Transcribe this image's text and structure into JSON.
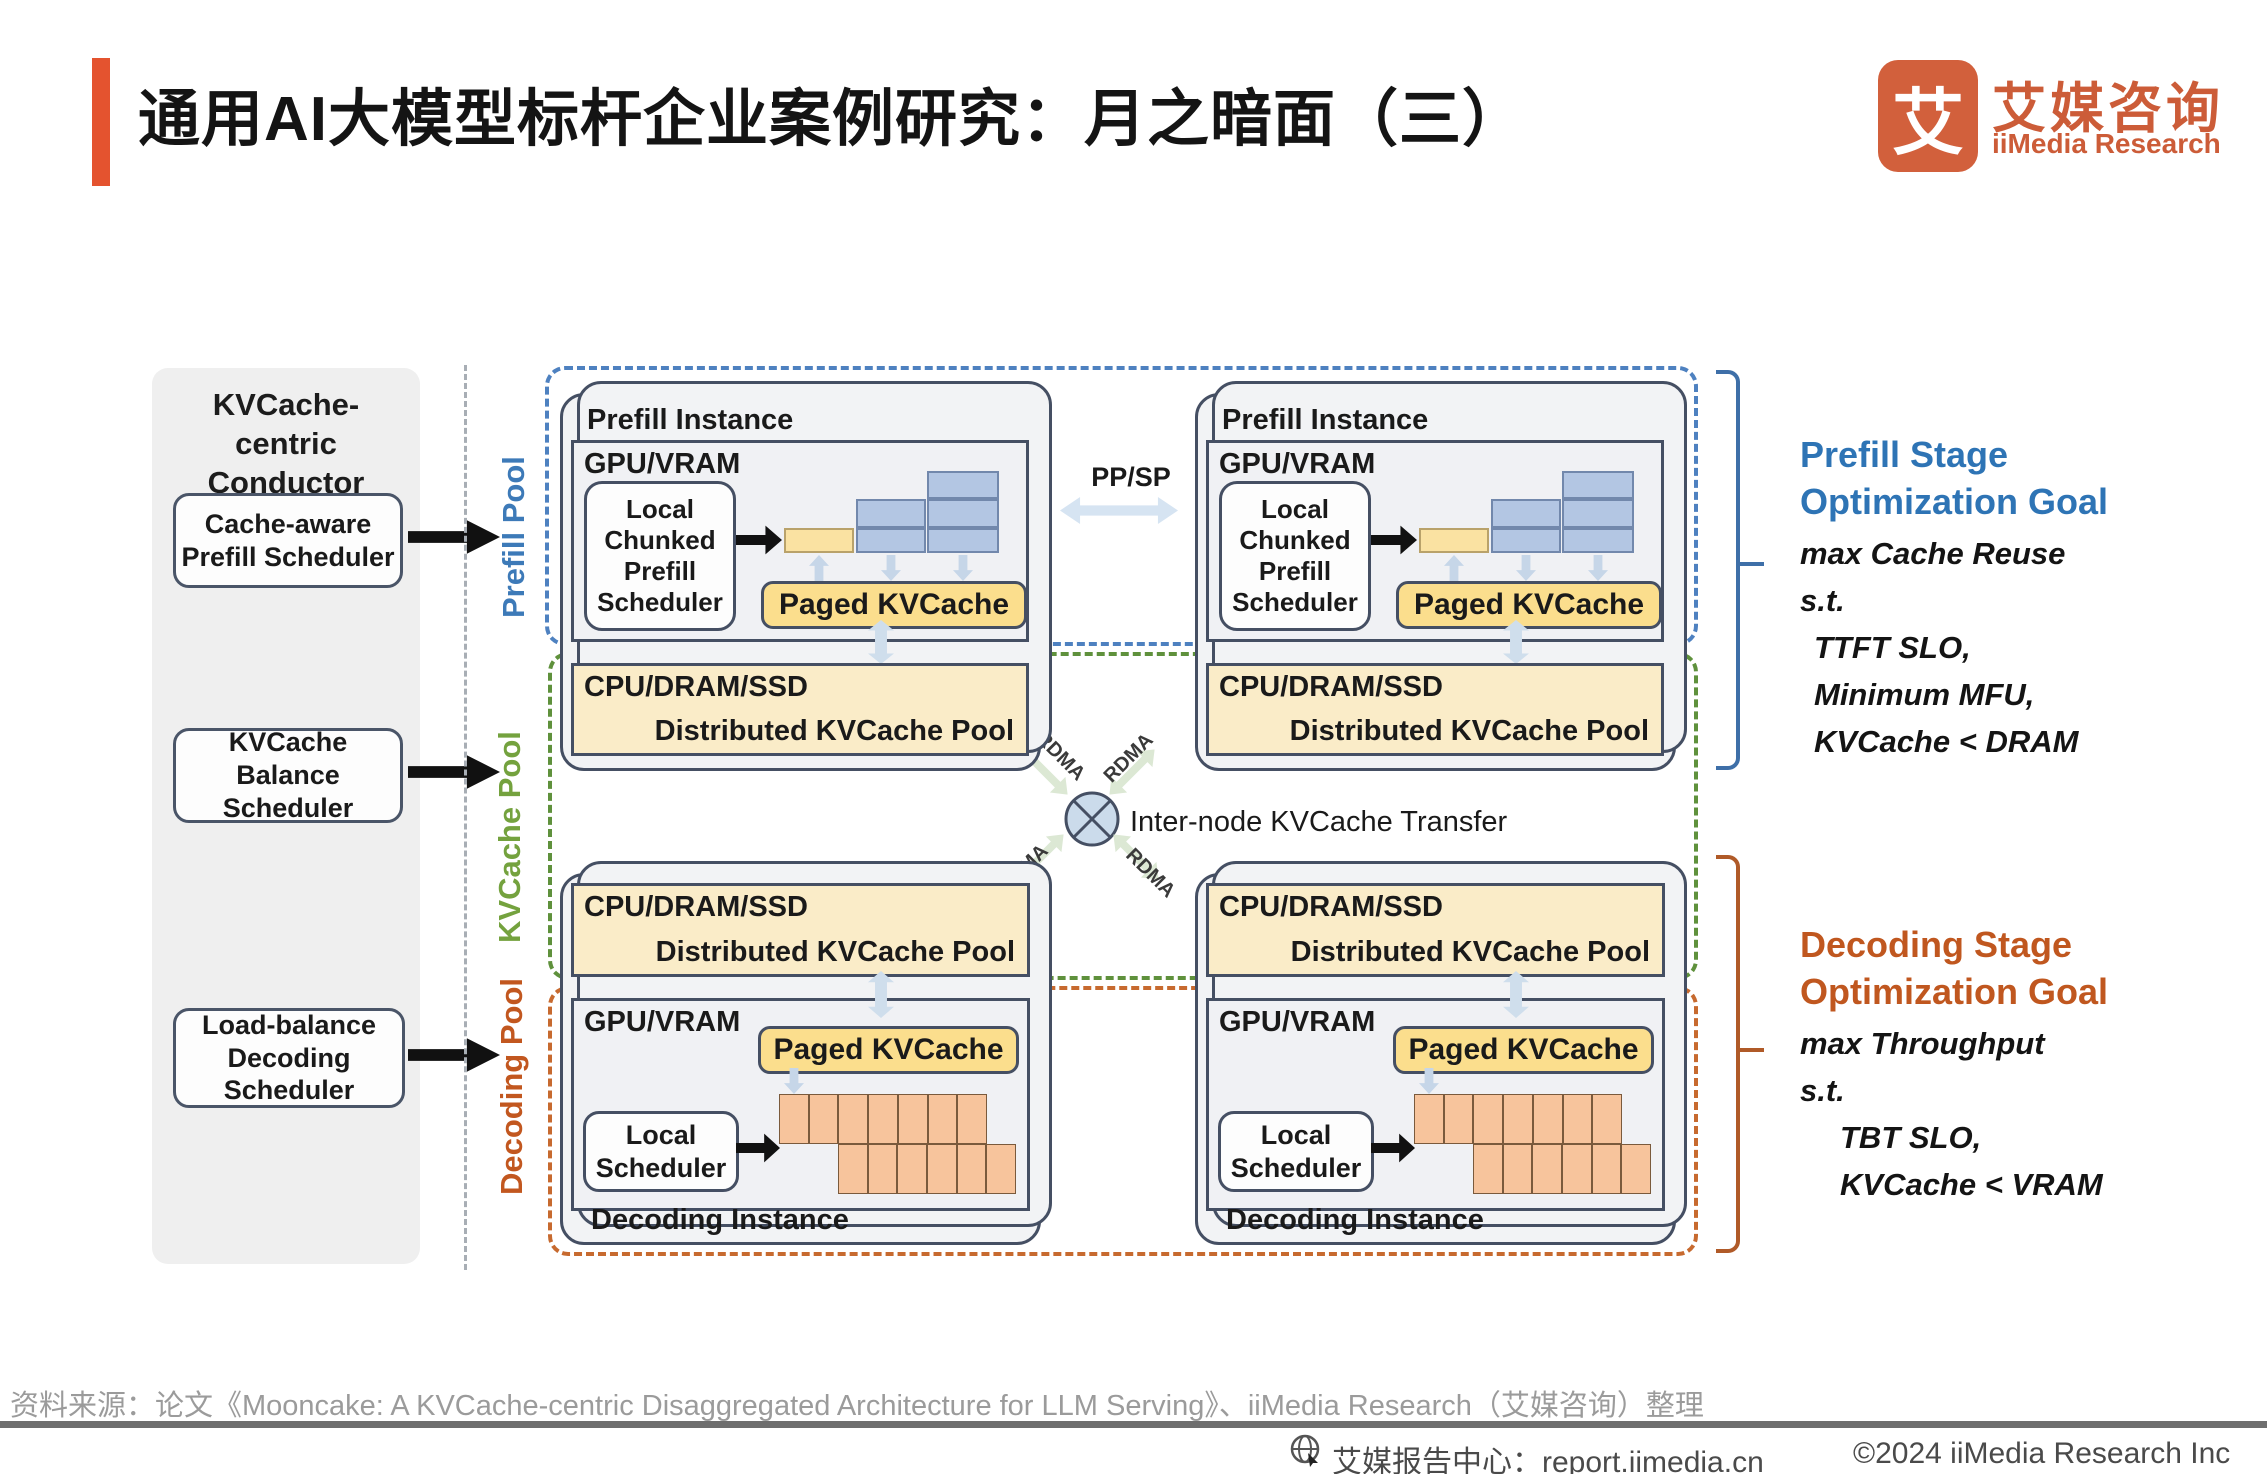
{
  "header": {
    "title": "通用AI大模型标杆企业案例研究：月之暗面（三）",
    "logo": {
      "icon_char": "艾",
      "cn": "艾媒咨询",
      "en": "iiMedia Research"
    }
  },
  "colors": {
    "accent_orange": "#E4532F",
    "prefill_blue": "#2E74B5",
    "kvcache_green": "#74A23E",
    "decoding_orange": "#C0571F"
  },
  "conductor": {
    "title": "KVCache-centric Conductor",
    "schedulers": [
      "Cache-aware Prefill Scheduler",
      "KVCache Balance Scheduler",
      "Load-balance Decoding Scheduler"
    ]
  },
  "pools": {
    "prefill": "Prefill Pool",
    "kvcache": "KVCache Pool",
    "decoding": "Decoding Pool"
  },
  "instance": {
    "prefill_label": "Prefill Instance",
    "decoding_label": "Decoding Instance",
    "gpu": "GPU/VRAM",
    "cpu": "CPU/DRAM/SSD",
    "dist_pool": "Distributed KVCache Pool",
    "paged": "Paged KVCache",
    "chunked_scheduler": "Local Chunked Prefill Scheduler",
    "local_scheduler": "Local Scheduler"
  },
  "links": {
    "ppsp": "PP/SP",
    "rdma": "RDMA",
    "transfer": "Inter-node KVCache Transfer"
  },
  "goals": {
    "prefill": {
      "title": "Prefill Stage Optimization Goal",
      "lines": [
        "max Cache Reuse",
        "s.t.",
        "TTFT SLO,",
        "Minimum MFU,",
        "KVCache < DRAM"
      ]
    },
    "decoding": {
      "title": "Decoding Stage Optimization Goal",
      "lines": [
        "max Throughput",
        "s.t.",
        "TBT SLO,",
        "KVCache < VRAM"
      ]
    }
  },
  "source": {
    "text": "资料来源：论文《Mooncake: A KVCache-centric Disaggregated Architecture for LLM Serving》、iiMedia Research（艾媒咨询）整理"
  },
  "footer": {
    "center": "艾媒报告中心：report.iimedia.cn",
    "copyright": "©2024 iiMedia Research Inc"
  }
}
